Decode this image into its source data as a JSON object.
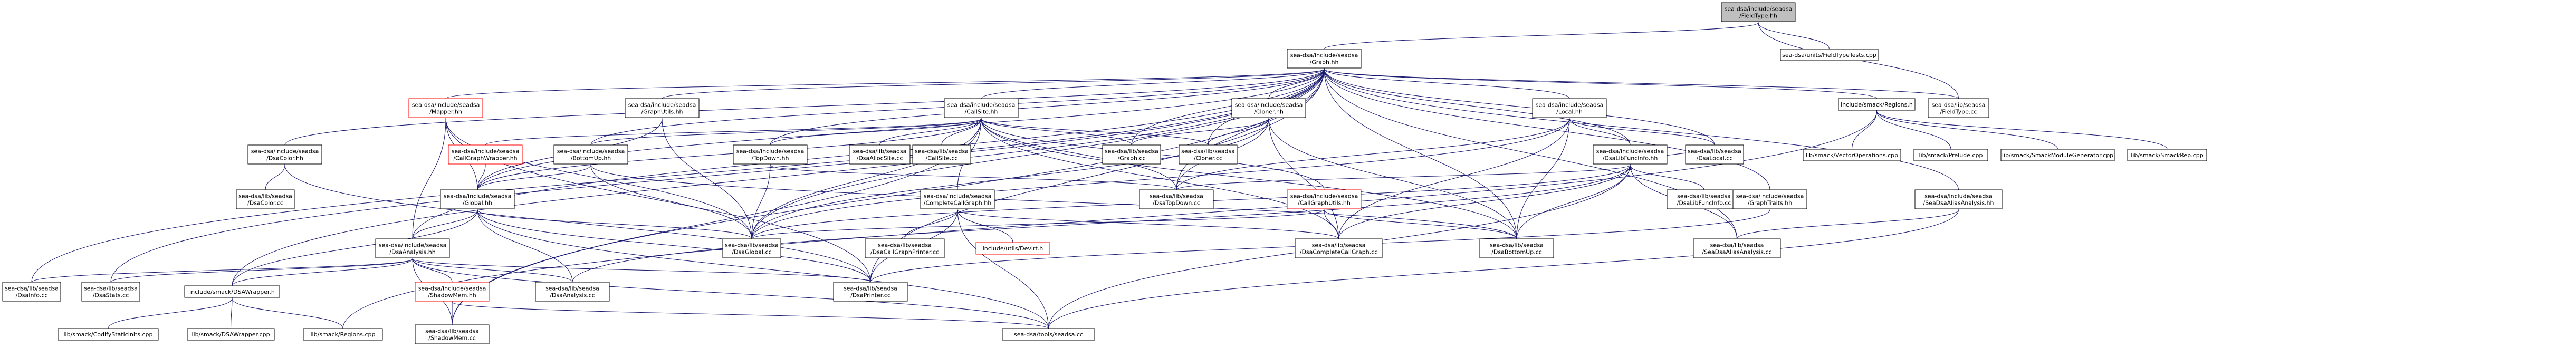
{
  "colors": {
    "edge": "#191970",
    "normal_border": "#000000",
    "normal_fill": "#ffffff",
    "incomplete_border": "#ff0000",
    "root_fill": "#bfbfbf",
    "label": "#000000"
  },
  "nodes": [
    {
      "id": "fieldtype_hh",
      "lines": [
        "sea-dsa/include/seadsa",
        "/FieldType.hh"
      ],
      "style": "root"
    },
    {
      "id": "graph_hh",
      "lines": [
        "sea-dsa/include/seadsa",
        "/Graph.hh"
      ],
      "style": "normal"
    },
    {
      "id": "fieldtypetests",
      "lines": [
        "sea-dsa/units/FieldTypeTests.cpp"
      ],
      "style": "normal"
    },
    {
      "id": "mapper_hh",
      "lines": [
        "sea-dsa/include/seadsa",
        "/Mapper.hh"
      ],
      "style": "incomplete"
    },
    {
      "id": "graphutils_hh",
      "lines": [
        "sea-dsa/include/seadsa",
        "/GraphUtils.hh"
      ],
      "style": "normal"
    },
    {
      "id": "callsite_hh",
      "lines": [
        "sea-dsa/include/seadsa",
        "/CallSite.hh"
      ],
      "style": "normal"
    },
    {
      "id": "cloner_hh",
      "lines": [
        "sea-dsa/include/seadsa",
        "/Cloner.hh"
      ],
      "style": "normal"
    },
    {
      "id": "local_hh",
      "lines": [
        "sea-dsa/include/seadsa",
        "/Local.hh"
      ],
      "style": "normal"
    },
    {
      "id": "regions_h",
      "lines": [
        "include/smack/Regions.h"
      ],
      "style": "normal"
    },
    {
      "id": "fieldtype_cc",
      "lines": [
        "sea-dsa/lib/seadsa",
        "/FieldType.cc"
      ],
      "style": "normal"
    },
    {
      "id": "dsacolor_hh",
      "lines": [
        "sea-dsa/include/seadsa",
        "/DsaColor.hh"
      ],
      "style": "normal"
    },
    {
      "id": "callgraphwrapper_hh",
      "lines": [
        "sea-dsa/include/seadsa",
        "/CallGraphWrapper.hh"
      ],
      "style": "incomplete"
    },
    {
      "id": "bottomup_hh",
      "lines": [
        "sea-dsa/include/seadsa",
        "/BottomUp.hh"
      ],
      "style": "normal"
    },
    {
      "id": "topdown_hh",
      "lines": [
        "sea-dsa/include/seadsa",
        "/TopDown.hh"
      ],
      "style": "normal"
    },
    {
      "id": "dsaallocsite_cc",
      "lines": [
        "sea-dsa/lib/seadsa",
        "/DsaAllocSite.cc"
      ],
      "style": "normal"
    },
    {
      "id": "callsite_cc",
      "lines": [
        "sea-dsa/lib/seadsa",
        "/CallSite.cc"
      ],
      "style": "normal"
    },
    {
      "id": "graph_cc",
      "lines": [
        "sea-dsa/lib/seadsa",
        "/Graph.cc"
      ],
      "style": "normal"
    },
    {
      "id": "cloner_cc",
      "lines": [
        "sea-dsa/lib/seadsa",
        "/Cloner.cc"
      ],
      "style": "normal"
    },
    {
      "id": "dsalibfuncinfo_hh",
      "lines": [
        "sea-dsa/include/seadsa",
        "/DsaLibFuncInfo.hh"
      ],
      "style": "normal"
    },
    {
      "id": "dsalocal_cc",
      "lines": [
        "sea-dsa/lib/seadsa",
        "/DsaLocal.cc"
      ],
      "style": "normal"
    },
    {
      "id": "vectorops",
      "lines": [
        "lib/smack/VectorOperations.cpp"
      ],
      "style": "normal"
    },
    {
      "id": "prelude",
      "lines": [
        "lib/smack/Prelude.cpp"
      ],
      "style": "normal"
    },
    {
      "id": "smackmodgen",
      "lines": [
        "lib/smack/SmackModuleGenerator.cpp"
      ],
      "style": "normal"
    },
    {
      "id": "smackrep",
      "lines": [
        "lib/smack/SmackRep.cpp"
      ],
      "style": "normal"
    },
    {
      "id": "dsacolor_cc",
      "lines": [
        "sea-dsa/lib/seadsa",
        "/DsaColor.cc"
      ],
      "style": "normal"
    },
    {
      "id": "global_hh",
      "lines": [
        "sea-dsa/include/seadsa",
        "/Global.hh"
      ],
      "style": "normal"
    },
    {
      "id": "dsatopdown_cc",
      "lines": [
        "sea-dsa/lib/seadsa",
        "/DsaTopDown.cc"
      ],
      "style": "normal"
    },
    {
      "id": "completecg_hh",
      "lines": [
        "sea-dsa/include/seadsa",
        "/CompleteCallGraph.hh"
      ],
      "style": "normal"
    },
    {
      "id": "callgraphutils_hh",
      "lines": [
        "sea-dsa/include/seadsa",
        "/CallGraphUtils.hh"
      ],
      "style": "incomplete"
    },
    {
      "id": "dsalibfuncinfo_cc",
      "lines": [
        "sea-dsa/lib/seadsa",
        "/DsaLibFuncInfo.cc"
      ],
      "style": "normal"
    },
    {
      "id": "graphtraits_hh",
      "lines": [
        "sea-dsa/include/seadsa",
        "/GraphTraits.hh"
      ],
      "style": "normal"
    },
    {
      "id": "seadsaalias_hh",
      "lines": [
        "sea-dsa/include/seadsa",
        "/SeaDsaAliasAnalysis.hh"
      ],
      "style": "normal"
    },
    {
      "id": "dsaanalysis_hh",
      "lines": [
        "sea-dsa/include/seadsa",
        "/DsaAnalysis.hh"
      ],
      "style": "normal"
    },
    {
      "id": "dsaglobal_cc",
      "lines": [
        "sea-dsa/lib/seadsa",
        "/DsaGlobal.cc"
      ],
      "style": "normal"
    },
    {
      "id": "dsacgprinter_cc",
      "lines": [
        "sea-dsa/lib/seadsa",
        "/DsaCallGraphPrinter.cc"
      ],
      "style": "normal"
    },
    {
      "id": "devirt_h",
      "lines": [
        "include/utils/Devirt.h"
      ],
      "style": "incomplete"
    },
    {
      "id": "dsacompletecg_cc",
      "lines": [
        "sea-dsa/lib/seadsa",
        "/DsaCompleteCallGraph.cc"
      ],
      "style": "normal"
    },
    {
      "id": "dsabottomup_cc",
      "lines": [
        "sea-dsa/lib/seadsa",
        "/DsaBottomUp.cc"
      ],
      "style": "normal"
    },
    {
      "id": "seadsaalias_cc",
      "lines": [
        "sea-dsa/lib/seadsa",
        "/SeaDsaAliasAnalysis.cc"
      ],
      "style": "normal"
    },
    {
      "id": "dsainfo_cc",
      "lines": [
        "sea-dsa/lib/seadsa",
        "/DsaInfo.cc"
      ],
      "style": "normal"
    },
    {
      "id": "dsastats_cc",
      "lines": [
        "sea-dsa/lib/seadsa",
        "/DsaStats.cc"
      ],
      "style": "normal"
    },
    {
      "id": "dsawrapper_h",
      "lines": [
        "include/smack/DSAWrapper.h"
      ],
      "style": "normal"
    },
    {
      "id": "shadowmem_hh",
      "lines": [
        "sea-dsa/include/seadsa",
        "/ShadowMem.hh"
      ],
      "style": "incomplete"
    },
    {
      "id": "dsaanalysis_cc",
      "lines": [
        "sea-dsa/lib/seadsa",
        "/DsaAnalysis.cc"
      ],
      "style": "normal"
    },
    {
      "id": "dsaprinter_cc",
      "lines": [
        "sea-dsa/lib/seadsa",
        "/DsaPrinter.cc"
      ],
      "style": "normal"
    },
    {
      "id": "codifystatic",
      "lines": [
        "lib/smack/CodifyStaticInits.cpp"
      ],
      "style": "normal"
    },
    {
      "id": "dsawrapper_cpp",
      "lines": [
        "lib/smack/DSAWrapper.cpp"
      ],
      "style": "normal"
    },
    {
      "id": "regions_cpp",
      "lines": [
        "lib/smack/Regions.cpp"
      ],
      "style": "normal"
    },
    {
      "id": "shadowmem_cc",
      "lines": [
        "sea-dsa/lib/seadsa",
        "/ShadowMem.cc"
      ],
      "style": "normal"
    },
    {
      "id": "seadsa_cc",
      "lines": [
        "sea-dsa/tools/seadsa.cc"
      ],
      "style": "normal"
    }
  ]
}
